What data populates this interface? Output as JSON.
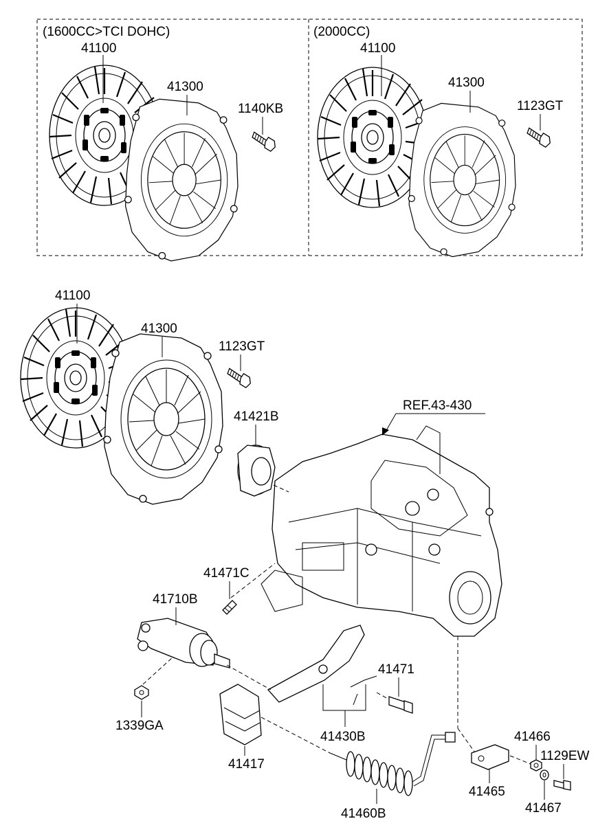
{
  "variants": [
    {
      "heading": "(1600CC>TCI DOHC)",
      "parts": [
        "41100",
        "41300",
        "1140KB"
      ]
    },
    {
      "heading": "(2000CC)",
      "parts": [
        "41100",
        "41300",
        "1123GT"
      ]
    }
  ],
  "main_labels": {
    "disc": "41100",
    "cover": "41300",
    "bolt": "1123GT",
    "bearing": "41421B",
    "reference": "REF.43-430",
    "bleeder": "41471C",
    "release_cylinder": "41710B",
    "nut": "1339GA",
    "boot": "41417",
    "fork": "41430B",
    "pivot": "41471",
    "hose": "41460B",
    "bracket_nut": "41466",
    "bracket_bolt": "1129EW",
    "bracket": "41465",
    "washer": "41467"
  }
}
